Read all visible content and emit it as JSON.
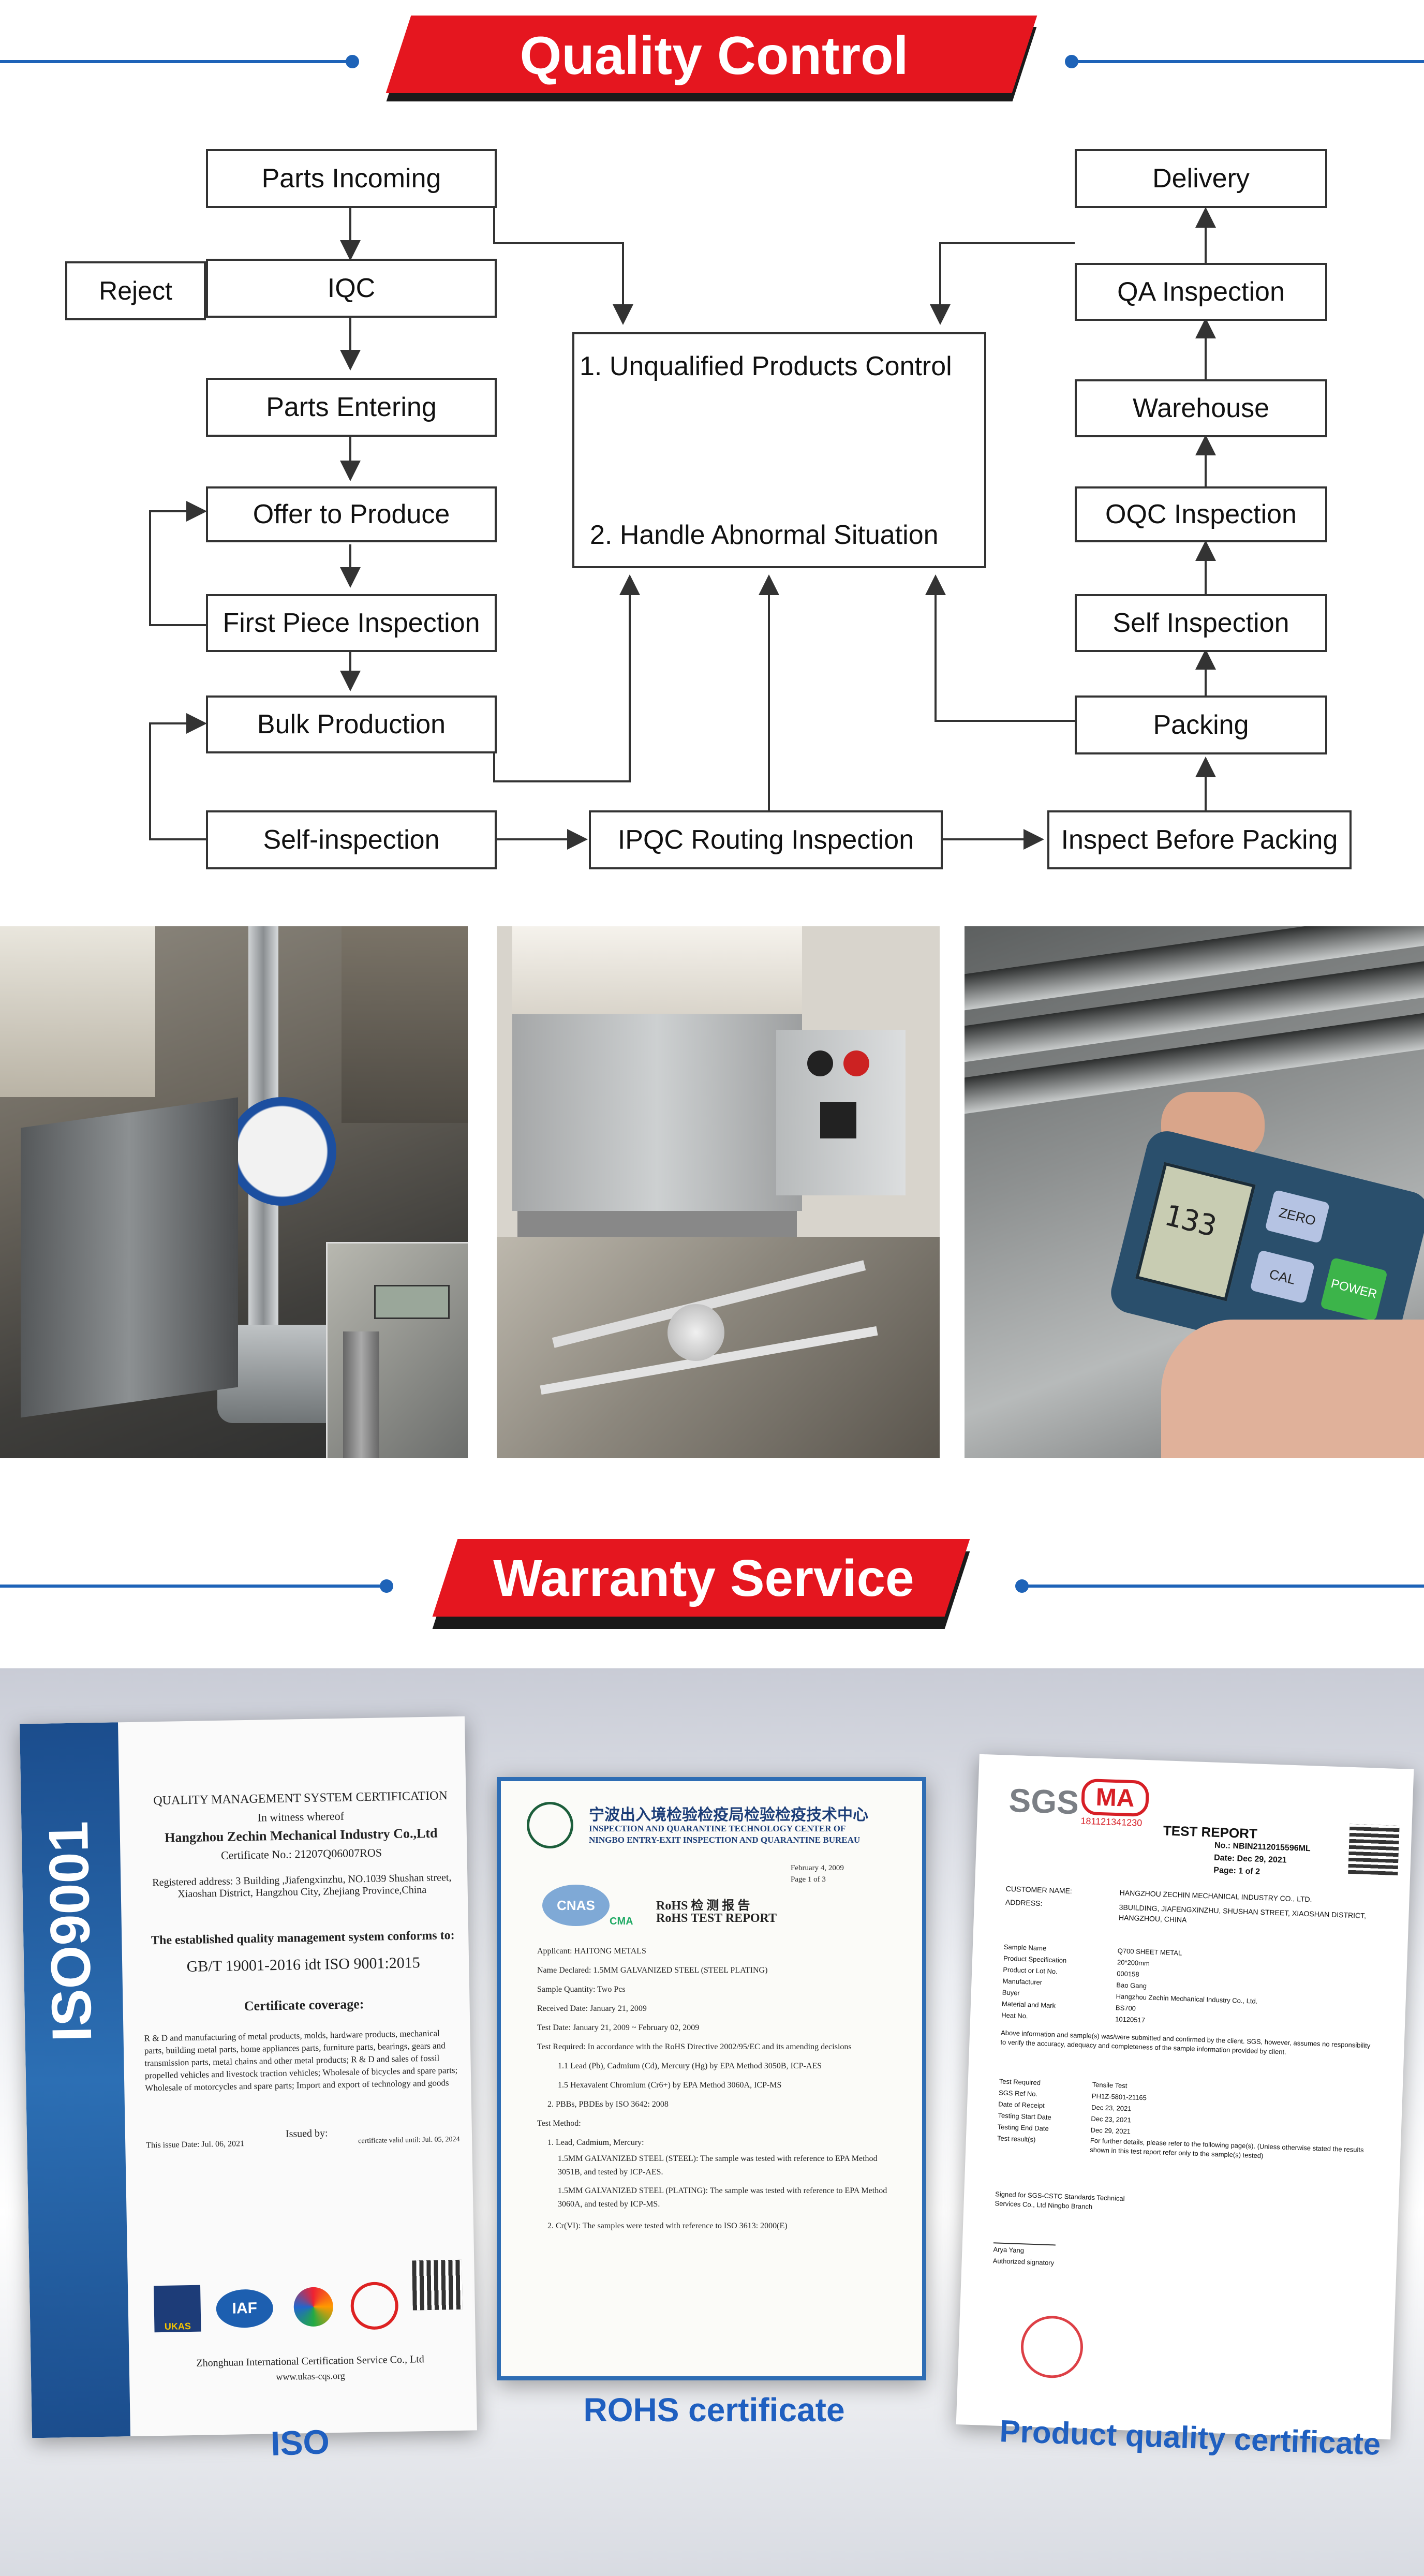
{
  "sections": {
    "quality_title": "Quality Control",
    "warranty_title": "Warranty Service"
  },
  "flow": {
    "parts_incoming": "Parts Incoming",
    "reject": "Reject",
    "iqc": "IQC",
    "parts_entering": "Parts Entering",
    "offer_to_produce": "Offer to Produce",
    "first_piece": "First Piece Inspection",
    "bulk_production": "Bulk Production",
    "self_inspection": "Self-inspection",
    "ipqc": "IPQC Routing Inspection",
    "inspect_before_packing": "Inspect Before Packing",
    "packing": "Packing",
    "self_inspection_right": "Self Inspection",
    "oqc": "OQC Inspection",
    "warehouse": "Warehouse",
    "qa": "QA Inspection",
    "delivery": "Delivery",
    "control_1": "1. Unqualified Products Control",
    "control_2": "2. Handle Abnormal Situation"
  },
  "photos": {
    "photo_1": "height gauge and caliper measurement",
    "photo_2": "salt spray test chamber",
    "photo_3": "coating thickness gauge",
    "gauge_reading": "133",
    "gauge_button_1": "ZERO",
    "gauge_button_2": "CAL",
    "gauge_button_3": "POWER"
  },
  "certificates": {
    "iso": {
      "side_label": "ISO9001",
      "header": "QUALITY MANAGEMENT SYSTEM CERTIFICATION",
      "witness": "In witness whereof",
      "company": "Hangzhou Zechin Mechanical Industry Co.,Ltd",
      "cert_no": "Certificate No.: 21207Q06007ROS",
      "address": "Registered address: 3 Building ,Jiafengxinzhu, NO.1039 Shushan street, Xiaoshan District, Hangzhou City, Zhejiang Province,China",
      "conforms": "The established quality management system conforms to:",
      "standard": "GB/T 19001-2016 idt ISO 9001:2015",
      "coverage_title": "Certificate coverage:",
      "coverage": "R & D and manufacturing of metal products, molds, hardware products, mechanical parts, building metal parts, home appliances parts, furniture parts, bearings, gears and transmission parts, metal chains and other metal products; R & D and sales of fossil propelled vehicles and livestock traction vehicles; Wholesale of bicycles and spare parts; Wholesale of motorcycles and spare parts; Import and export of technology and goods",
      "issue_date": "This issue Date: Jul. 06, 2021",
      "valid": "certificate valid until: Jul. 05, 2024",
      "issued_by": "Issued by:",
      "footer": "Zhonghuan International Certification Service Co., Ltd",
      "footer_url": "www.ukas-cqs.org",
      "logo_1": "UKAS",
      "logo_2": "IAF",
      "caption": "ISO"
    },
    "rohs": {
      "header_cn": "宁波出入境检验检疫局检验检疫技术中心",
      "header_en_1": "INSPECTION AND QUARANTINE TECHNOLOGY CENTER OF",
      "header_en_2": "NINGBO ENTRY-EXIT INSPECTION AND QUARANTINE BUREAU",
      "title_cn": "RoHS 检 测 报 告",
      "title_en": "RoHS TEST REPORT",
      "date": "February 4, 2009",
      "page": "Page 1 of 3",
      "logo_1": "CNAS",
      "logo_2": "CMA",
      "lines": [
        "Applicant: HAITONG METALS",
        "Name Declared: 1.5MM GALVANIZED STEEL (STEEL PLATING)",
        "Sample Quantity: Two Pcs",
        "Received Date: January 21, 2009",
        "Test Date: January 21, 2009 ~ February 02, 2009",
        "Test Required: In accordance with the RoHS Directive 2002/95/EC and its amending decisions",
        "1.1 Lead (Pb), Cadmium (Cd), Mercury (Hg) by EPA Method 3050B, ICP-AES",
        "1.5 Hexavalent Chromium (Cr6+) by EPA Method 3060A, ICP-MS",
        "2. PBBs, PBDEs by ISO 3642: 2008",
        "Test Method:",
        "1. Lead, Cadmium, Mercury:",
        "1.5MM GALVANIZED STEEL (STEEL): The sample was tested with reference to EPA Method 3051B, and tested by ICP-AES.",
        "1.5MM GALVANIZED STEEL (PLATING): The sample was tested with reference to EPA Method 3060A, and tested by ICP-MS.",
        "2. Cr(VI): The samples were tested with reference to ISO 3613: 2000(E)"
      ],
      "caption": "ROHS certificate"
    },
    "sgs": {
      "logo_1": "SGS",
      "logo_2": "MA",
      "logo_2_no": "181121341230",
      "title": "TEST REPORT",
      "no": "No.: NBIN2112015596ML",
      "date": "Date: Dec 29, 2021",
      "page": "Page: 1 of 2",
      "customer_label": "CUSTOMER NAME:",
      "customer": "HANGZHOU ZECHIN MECHANICAL INDUSTRY CO., LTD.",
      "address_label": "ADDRESS:",
      "address": "3BUILDING, JIAFENGXINZHU, SHUSHAN STREET, XIAOSHAN DISTRICT, HANGZHOU, CHINA",
      "rows": [
        [
          "Sample Name",
          "Q700 SHEET METAL"
        ],
        [
          "Product Specification",
          "20*200mm"
        ],
        [
          "Product or Lot No.",
          "000158"
        ],
        [
          "Manufacturer",
          "Bao Gang"
        ],
        [
          "Buyer",
          "Hangzhou Zechin Mechanical Industry Co., Ltd."
        ],
        [
          "Material and Mark",
          "BS700"
        ],
        [
          "Heat No.",
          "10120517"
        ]
      ],
      "note": "Above information and sample(s) was/were submitted and confirmed by the client. SGS, however, assumes no responsibility to verify the accuracy, adequacy and completeness of the sample information provided by client.",
      "rows2": [
        [
          "Test Required",
          "Tensile Test"
        ],
        [
          "SGS Ref No.",
          "PH1Z-5801-21165"
        ],
        [
          "Date of Receipt",
          "Dec 23, 2021"
        ],
        [
          "Testing Start Date",
          "Dec 23, 2021"
        ],
        [
          "Testing End Date",
          "Dec 29, 2021"
        ],
        [
          "Test result(s)",
          "For further details, please refer to the following page(s). (Unless otherwise stated the results shown in this test report refer only to the sample(s) tested)"
        ]
      ],
      "signed": "Signed for SGS-CSTC Standards Technical Services Co., Ltd Ningbo Branch",
      "signer": "Arya Yang",
      "signatory": "Authorized signatory",
      "caption": "Product quality certificate"
    }
  }
}
